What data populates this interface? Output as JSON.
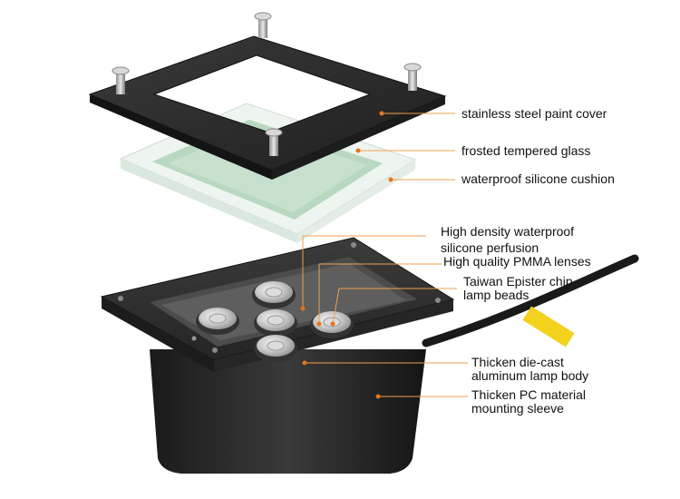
{
  "colors": {
    "background": "#ffffff",
    "leader_line": "#f0a050",
    "leader_dot": "#e8741a",
    "label_text": "#111111",
    "metal_dark": "#2b2b2b",
    "glass_frost": "#e6f1ea",
    "glass_green": "#b9d9c2",
    "cable_tag": "#f2d21c"
  },
  "icons": {
    "screw": "screw-icon",
    "lens": "lens-icon"
  },
  "labels": {
    "cover": "stainless steel paint cover",
    "glass": "frosted tempered glass",
    "cushion": "waterproof silicone cushion",
    "perfusion": [
      "High density waterproof",
      "silicone perfusion"
    ],
    "lenses": "High quality PMMA lenses",
    "chip": [
      "Taiwan Epister chip",
      "lamp beads"
    ],
    "body": [
      "Thicken die-cast",
      "aluminum lamp body"
    ],
    "sleeve": [
      "Thicken PC material",
      "mounting sleeve"
    ]
  }
}
